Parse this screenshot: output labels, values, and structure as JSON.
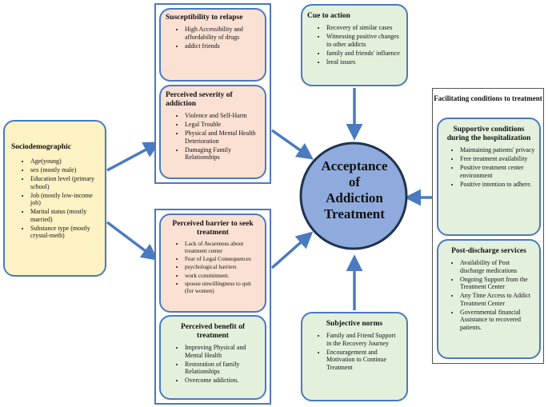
{
  "relapse": {
    "title": "Susceptibility to relapse",
    "items": [
      "High Accessibility and affordability of drugs",
      "addict friends"
    ]
  },
  "severity": {
    "title": "Perceived severity of addiction",
    "items": [
      "Violence and Self-Harm",
      "Legal Trouble",
      "Physical and Mental Health Deterioration",
      "Damaging Family Relationships"
    ]
  },
  "cue": {
    "title": "Cue to action",
    "items": [
      "Recovery of similar cases",
      "Witnessing positive changes in other addicts",
      "family and friends' influence",
      "leeal issues"
    ]
  },
  "socio": {
    "title": "Sociodemographic",
    "items": [
      "Age(young)",
      "sex (mostly male)",
      "Education level (primary school)",
      "Job (mostly low-income job)",
      "Marital status (mostly married)",
      "Substance type (mostly crystal-meth)"
    ]
  },
  "barrier": {
    "title": "Perceived barrier to seek treatment",
    "items": [
      "Lack of Awareness about treatment center",
      "Fear of Legal Consequences",
      "psychological barriers",
      "work commitment.",
      "spouse unwillingness to quit (for women)"
    ]
  },
  "benefit": {
    "title": "Perceived benefit of treatment",
    "items": [
      "Improving Physical and Mental Health",
      "Restoration of family Relationships",
      "Overcome addiction."
    ]
  },
  "norms": {
    "title": "Subjective norms",
    "items": [
      "Family and Friend Support in the Recovery Journey",
      "Encouragement and Motivation to Continue Treatment"
    ]
  },
  "facilitating": {
    "title": "Facilitating conditions to treatment",
    "supportive": {
      "title": "Supportive conditions during the hospitalization",
      "items": [
        "Maintaining patients' privacy",
        "Free treatment availability",
        "Positive treatment center environment",
        "Positive intention to adhere."
      ]
    },
    "postdischarge": {
      "title": "Post-discharge services",
      "items": [
        "Availability of Post discharge medications",
        "Ongoing Support from the Treatment Center",
        "Any Time Access to Addict Treatment Center",
        "Governmental financial Assistance to recovered patients."
      ]
    }
  },
  "center": {
    "line1": "Acceptance",
    "line2": "of",
    "line3": "Addiction",
    "line4": "Treatment"
  },
  "colors": {
    "border": "#4a7abf",
    "center_fill": "#8faadc",
    "peach": "#fbe1d3",
    "green": "#e3f0dc",
    "yellow": "#fdf2c4"
  }
}
